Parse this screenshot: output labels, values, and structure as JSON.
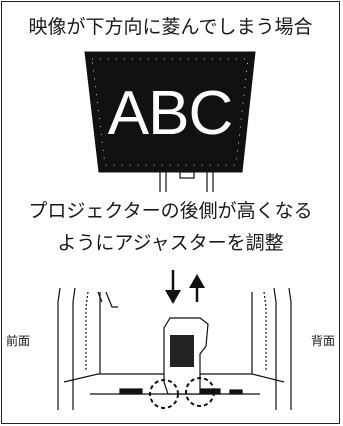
{
  "title": "映像が下方向に菱んでしまう場合",
  "screen_text": "ABC",
  "instruction": {
    "line1": "プロジェクターの後側が高くなる",
    "line2": "ようにアジャスターを調整"
  },
  "labels": {
    "front": "前面",
    "back": "背面"
  }
}
